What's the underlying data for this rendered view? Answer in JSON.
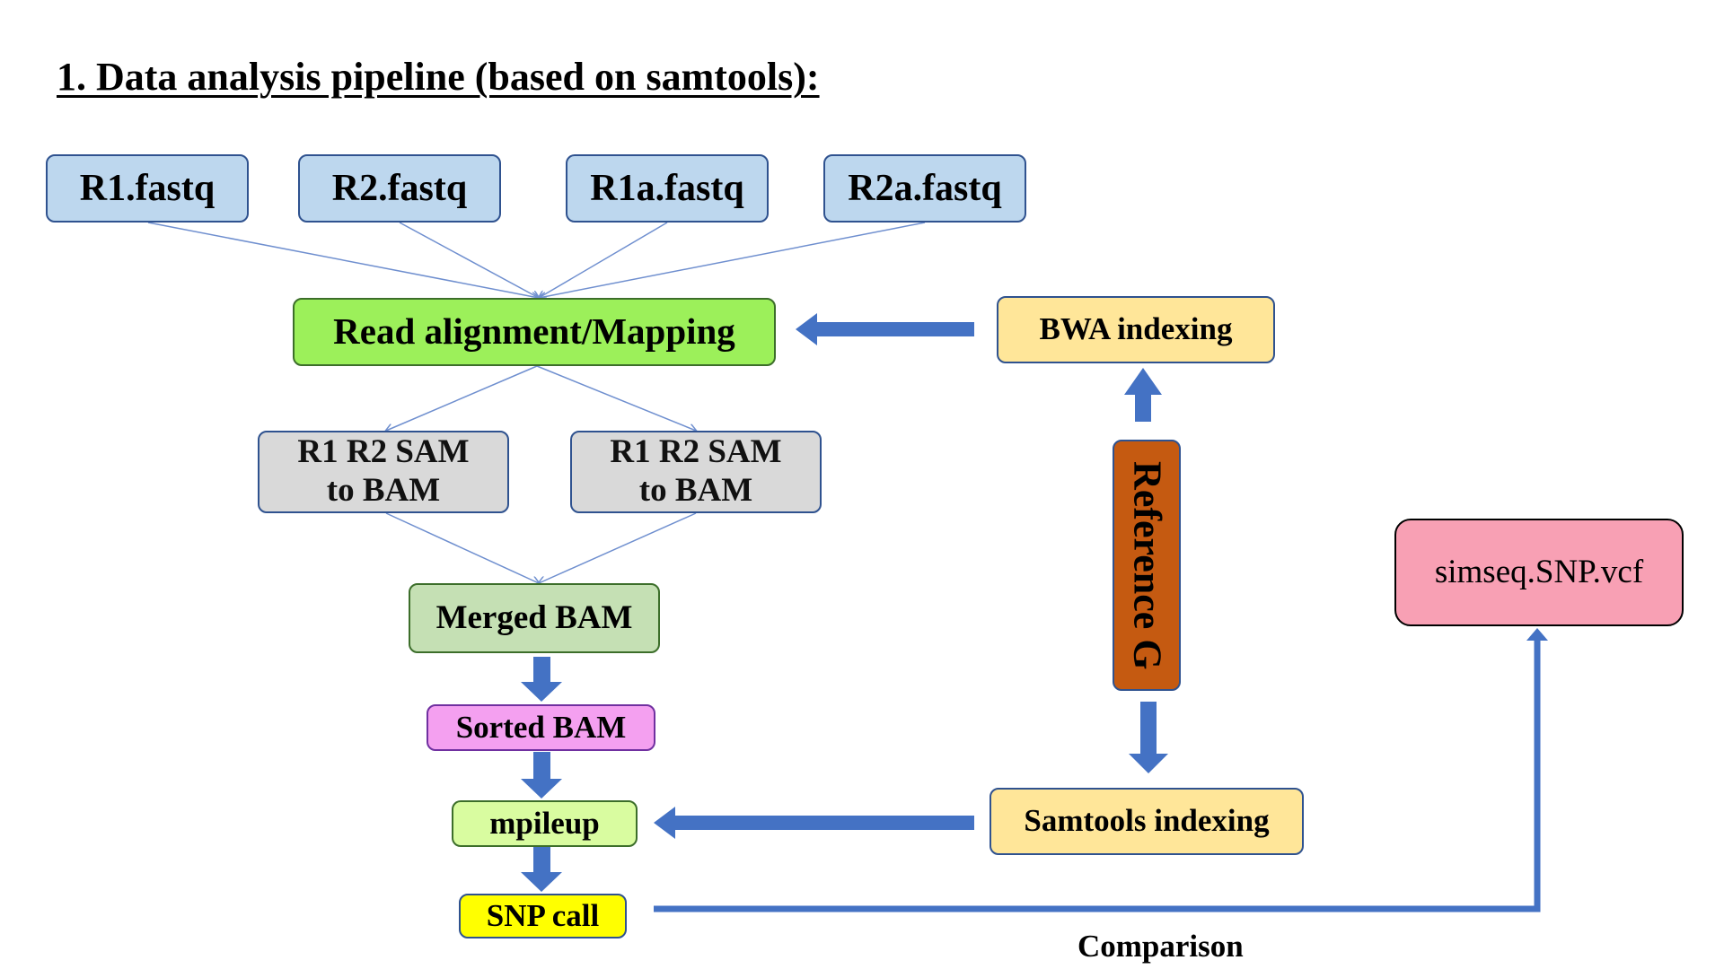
{
  "title": "1. Data analysis pipeline (based on samtools):",
  "inputs": [
    "R1.fastq",
    "R2.fastq",
    "R1a.fastq",
    "R2a.fastq"
  ],
  "mapping": "Read alignment/Mapping",
  "sam_to_bam": [
    {
      "line1": "R1 R2 SAM",
      "line2": "to BAM"
    },
    {
      "line1": "R1 R2 SAM",
      "line2": "to BAM"
    }
  ],
  "merged": "Merged BAM",
  "sorted": "Sorted BAM",
  "mpileup": "mpileup",
  "snp_call": "SNP call",
  "bwa_indexing": "BWA indexing",
  "reference": "Reference G",
  "samtools_indexing": "Samtools indexing",
  "vcf": "simseq.SNP.vcf",
  "comparison": "Comparison",
  "colors": {
    "arrow_blue": "#4472c4",
    "thin_line": "#6f8fcf",
    "fastq": "#bdd7ee",
    "mapping": "#9cf05a",
    "sam_bam": "#d9d9d9",
    "merged": "#c5e0b4",
    "sorted": "#f4a0f0",
    "mpileup": "#d9fca0",
    "snp_call": "#ffff00",
    "indexing": "#ffe699",
    "reference": "#c55a11",
    "vcf": "#f8a0b4"
  }
}
